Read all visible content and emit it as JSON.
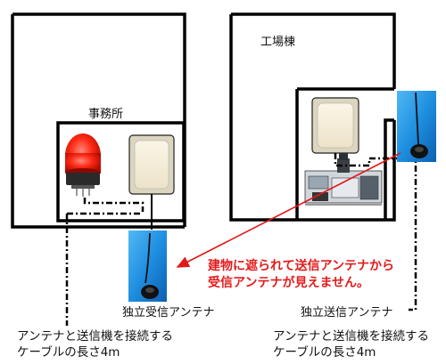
{
  "labels": {
    "office": "事務所",
    "factory": "工場棟",
    "receiver_antenna": "独立受信アンテナ",
    "transmitter_antenna": "独立送信アンテナ",
    "cable_note_left_1": "アンテナと送信機を接続する",
    "cable_note_left_2": "ケーブルの長さ4m",
    "cable_note_right_1": "アンテナと送信機を接続する",
    "cable_note_right_2": "ケーブルの長さ4m",
    "warning_line_1": "建物に遮られて送信アンテナから",
    "warning_line_2": "受信アンテナが見えません。"
  },
  "colors": {
    "warning_red": "#e31b1b",
    "arrow_red": "#e01a1a",
    "antenna_blue": "#1e8fe0",
    "box_beige": "#f3ecd8"
  },
  "icons": {
    "signal_tower": "red-signal-light-icon",
    "receiver_box": "receiver-unit-icon",
    "transmitter_box": "transmitter-unit-icon",
    "antenna": "antenna-icon",
    "machine": "factory-machine-icon"
  }
}
